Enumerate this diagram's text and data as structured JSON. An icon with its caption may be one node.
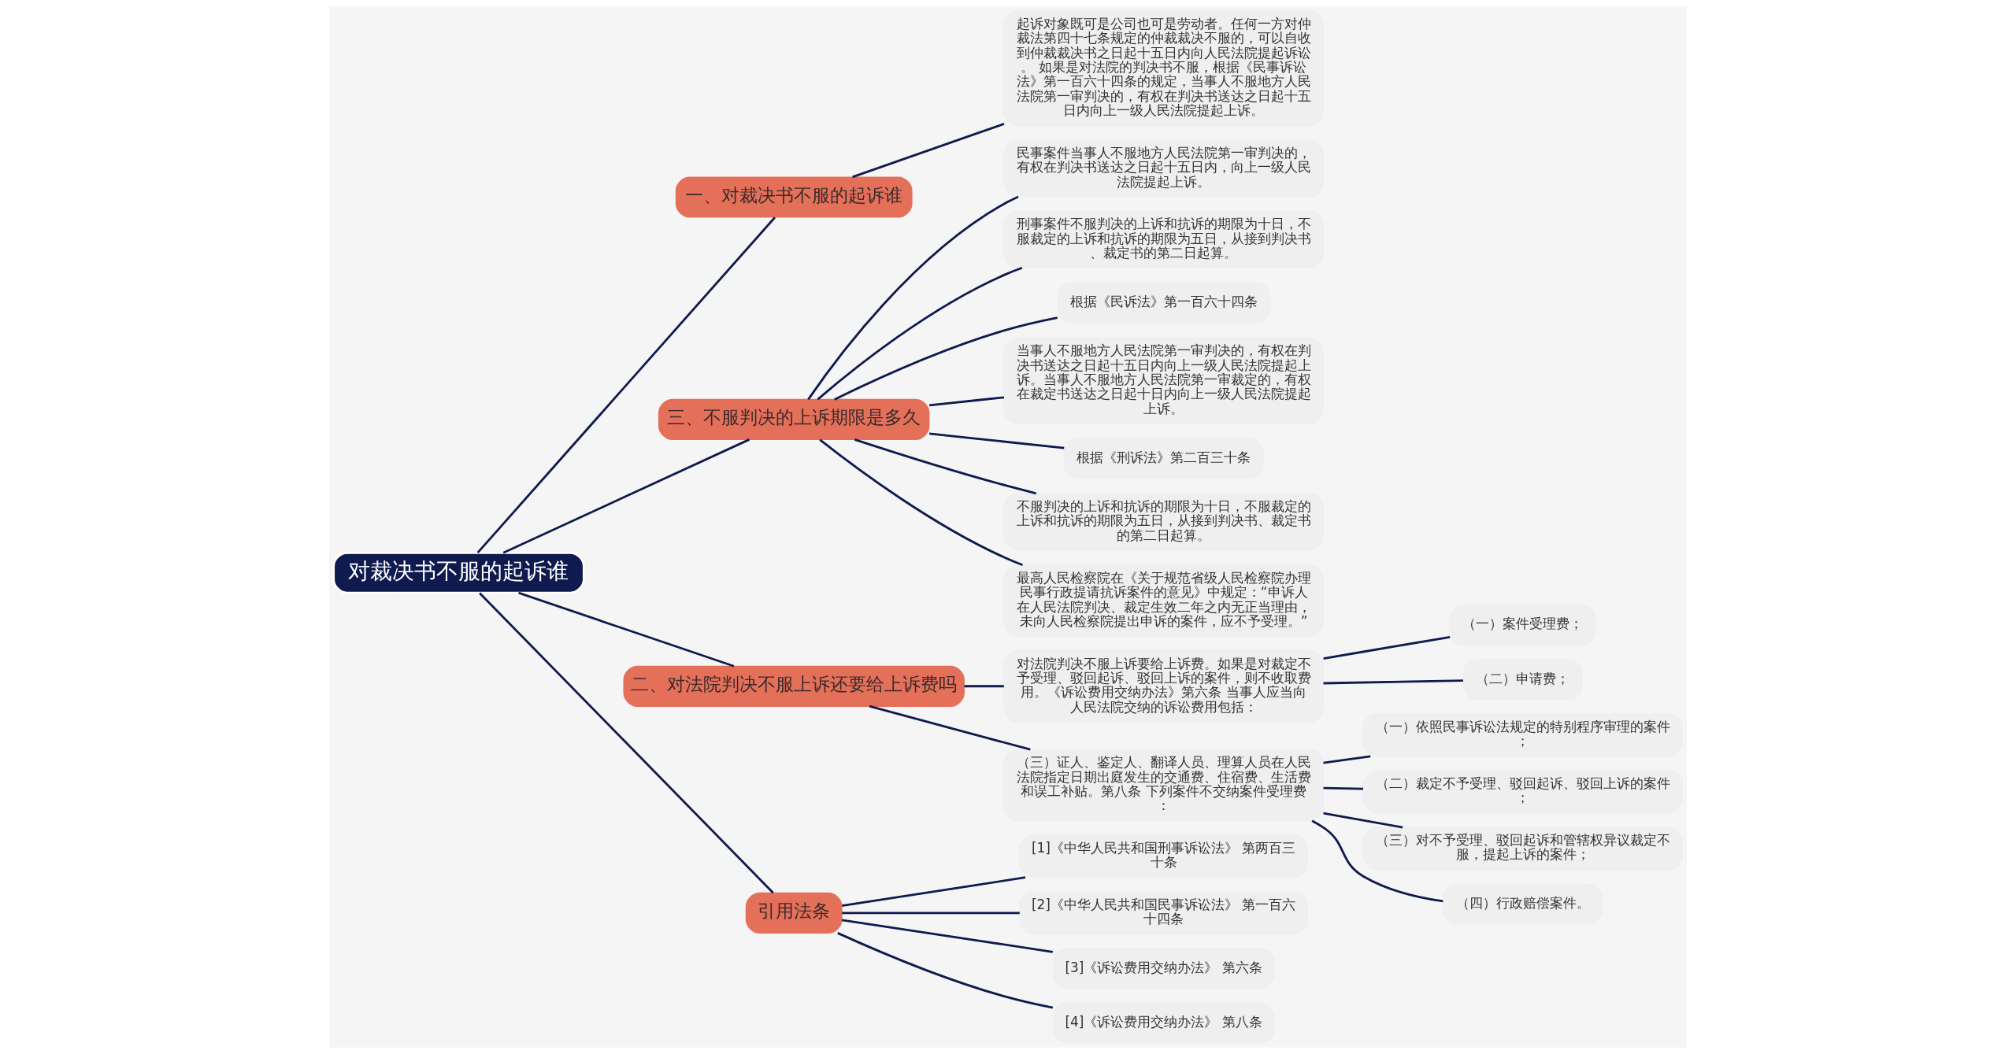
{
  "diagram": {
    "nodes": [
      {
        "text": [
          "对裁决书不服的起诉谁"
        ]
      },
      {
        "text": [
          "一、对裁决书不服的起诉谁"
        ]
      },
      {
        "text": [
          "起诉对象既可是公司也可是劳动者。任何一方对仲裁法第四十七条规定的仲裁裁决不服的，可以自收到仲裁裁决书之日起十五日内向人民法院提起诉讼。 如果是对法院的判决书不服，根据《民事诉讼法》第一百六十四条的规定，当事人不服地方人民法院第一审判决的，有权在判决书送达之日起十五日内向上一级人民法院提起上诉。"
        ]
      },
      {
        "text": [
          "三、不服判决的上诉期限是多久"
        ]
      },
      {
        "text": [
          "民事案件当事人不服地方人民法院第一审判决的，有权在判决书送达之日起十五日内，向上一级人民法院提起上诉。"
        ]
      },
      {
        "text": [
          "刑事案件不服判决的上诉和抗诉的期限为十日，不服裁定的上诉和抗诉的期限为五日，从接到判决书、裁定书的第二日起算。"
        ]
      },
      {
        "text": [
          "根据《民诉法》第一百六十四条"
        ]
      },
      {
        "text": [
          "当事人不服地方人民法院第一审判决的，有权在判决书送达之日起十五日内向上一级人民法院提起上诉。当事人不服地方人民法院第一审裁定的，有权在裁定书送达之日起十日内向上一级人民法院提起上诉。"
        ]
      },
      {
        "text": [
          "根据《刑诉法》第二百三十条"
        ]
      },
      {
        "text": [
          "不服判决的上诉和抗诉的期限为十日，不服裁定的上诉和抗诉的期限为五日，从接到判决书、裁定书的第二日起算。"
        ]
      },
      {
        "text": [
          "最高人民检察院在《关于规范省级人民检察院办理民事行政提请抗诉案件的意见》中规定：“申诉人在人民法院判决、裁定生效二年之内无正当理由，未向人民检察院提出申诉的案件，应不予受理。”"
        ]
      },
      {
        "text": [
          "二、对法院判决不服上诉还要给上诉费吗"
        ]
      },
      {
        "text": [
          "对法院判决不服上诉要给上诉费。如果是对裁定不予受理、驳回起诉、驳回上诉的案件，则不收取费用。《诉讼费用交纳办法》第六条 当事人应当向人民法院交纳的诉讼费用包括："
        ]
      },
      {
        "text": [
          "（一）案件受理费；"
        ]
      },
      {
        "text": [
          "（二）申请费；"
        ]
      },
      {
        "text": [
          "（三）证人、鉴定人、翻译人员、理算人员在人民法院指定日期出庭发生的交通费、住宿费、生活费和误工补贴。第八条 下列案件不交纳案件受理费："
        ]
      },
      {
        "text": [
          "（一）依照民事诉讼法规定的特别程序审理的案件；"
        ]
      },
      {
        "text": [
          "（二）裁定不予受理、驳回起诉、驳回上诉的案件；"
        ]
      },
      {
        "text": [
          "（三）对不予受理、驳回起诉和管辖权异议裁定不服，提起上诉的案件；"
        ]
      },
      {
        "text": [
          "（四）行政赔偿案件。"
        ]
      },
      {
        "text": [
          "引用法条"
        ]
      },
      {
        "text": [
          "[1]《中华人民共和国刑事诉讼法》 第两百三十条"
        ]
      },
      {
        "text": [
          "[2]《中华人民共和国民事诉讼法》 第一百六十四条"
        ]
      },
      {
        "text": [
          "[3]《诉讼费用交纳办法》 第六条"
        ]
      },
      {
        "text": [
          "[4]《诉讼费用交纳办法》 第八条"
        ]
      }
    ],
    "edges": [
      {
        "from": 0,
        "to": 1,
        "arrow": "none"
      },
      {
        "from": 1,
        "to": 2,
        "arrow": "none"
      },
      {
        "from": 0,
        "to": 3,
        "arrow": "none"
      },
      {
        "from": 3,
        "to": 4,
        "arrow": "none"
      },
      {
        "from": 3,
        "to": 5,
        "arrow": "none"
      },
      {
        "from": 3,
        "to": 6,
        "arrow": "none"
      },
      {
        "from": 3,
        "to": 7,
        "arrow": "none"
      },
      {
        "from": 3,
        "to": 8,
        "arrow": "none"
      },
      {
        "from": 3,
        "to": 9,
        "arrow": "none"
      },
      {
        "from": 3,
        "to": 10,
        "arrow": "none"
      },
      {
        "from": 0,
        "to": 11,
        "arrow": "none"
      },
      {
        "from": 11,
        "to": 12,
        "arrow": "none"
      },
      {
        "from": 12,
        "to": 13,
        "arrow": "none"
      },
      {
        "from": 12,
        "to": 14,
        "arrow": "none"
      },
      {
        "from": 11,
        "to": 15,
        "arrow": "none"
      },
      {
        "from": 15,
        "to": 16,
        "arrow": "none"
      },
      {
        "from": 15,
        "to": 17,
        "arrow": "none"
      },
      {
        "from": 15,
        "to": 18,
        "arrow": "none"
      },
      {
        "from": 15,
        "to": 19,
        "arrow": "none"
      },
      {
        "from": 0,
        "to": 20,
        "arrow": "none"
      },
      {
        "from": 20,
        "to": 21,
        "arrow": "none"
      },
      {
        "from": 20,
        "to": 22,
        "arrow": "none"
      },
      {
        "from": 20,
        "to": 23,
        "arrow": "none"
      },
      {
        "from": 20,
        "to": 24,
        "arrow": "none"
      }
    ]
  }
}
